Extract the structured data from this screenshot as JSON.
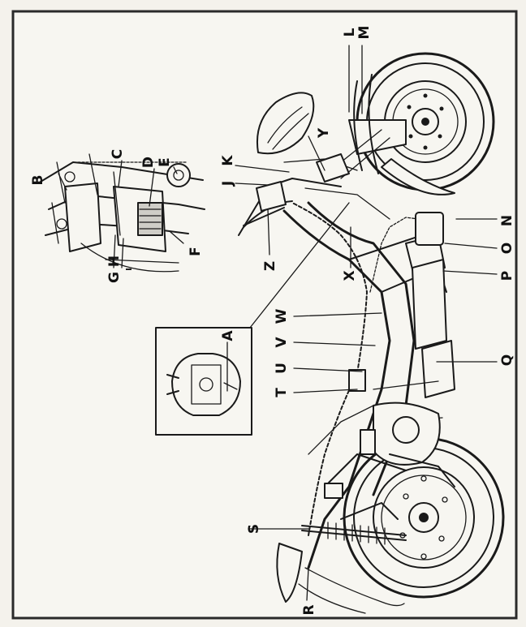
{
  "labels": {
    "A": "A",
    "B": "B",
    "C": "C",
    "D": "D",
    "E": "E",
    "F": "F",
    "G": "G",
    "H": "H",
    "I": "I",
    "J": "J",
    "K": "K",
    "L": "L",
    "M": "M",
    "N": "N",
    "O": "O",
    "P": "P",
    "Q": "Q",
    "R": "R",
    "S": "S",
    "T": "T",
    "U": "U",
    "V": "V",
    "W": "W",
    "X": "X",
    "Y": "Y",
    "Z": "Z"
  },
  "colors": {
    "ink": "#1a1a1a",
    "paper": "#f4f2ec",
    "border": "#2a2a2a"
  }
}
